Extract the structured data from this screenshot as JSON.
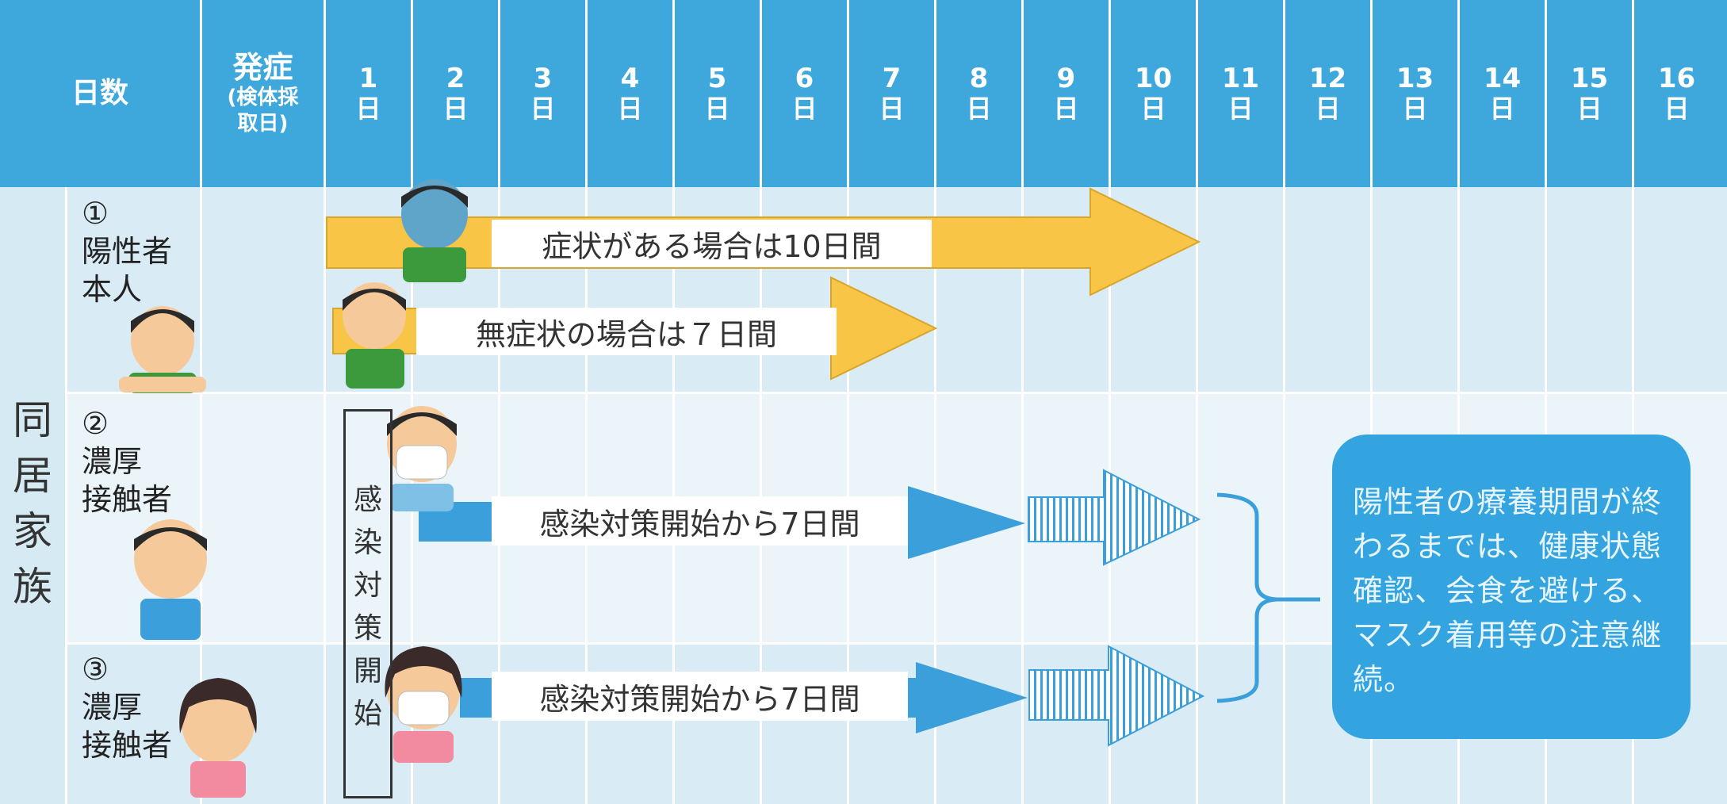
{
  "header": {
    "days_label": "日数",
    "onset_label": "発症",
    "onset_sub_line1": "(検体採",
    "onset_sub_line2": "取日)",
    "day_unit": "日",
    "day_numbers": [
      "1",
      "2",
      "3",
      "4",
      "5",
      "6",
      "7",
      "8",
      "9",
      "10",
      "11",
      "12",
      "13",
      "14",
      "15",
      "16"
    ]
  },
  "group_label": [
    "同",
    "居",
    "家",
    "族"
  ],
  "rows": {
    "r1": {
      "mark": "①",
      "line1": "陽性者",
      "line2": "本人"
    },
    "r2": {
      "mark": "②",
      "line1": "濃厚",
      "line2": "接触者"
    },
    "r3": {
      "mark": "③",
      "line1": "濃厚",
      "line2": "接触者"
    }
  },
  "arrows": {
    "symptomatic": "症状がある場合は10日間",
    "asymptomatic": "無症状の場合は７日間",
    "contact2": "感染対策開始から7日間",
    "contact3": "感染対策開始から7日間"
  },
  "vertical_box": [
    "感",
    "染",
    "対",
    "策",
    "開",
    "始"
  ],
  "note": "陽性者の療養期間が終わるまでは、健康状態確認、会食を避ける、マスク着用等の注意継続。",
  "colors": {
    "header": "#3ea8dd",
    "row_light": "#d9ebf4",
    "row_pale": "#eaf4f9",
    "yellow_arrow": "#f9c546",
    "blue_arrow": "#3a9fdb",
    "note_box": "#33a4e0"
  }
}
